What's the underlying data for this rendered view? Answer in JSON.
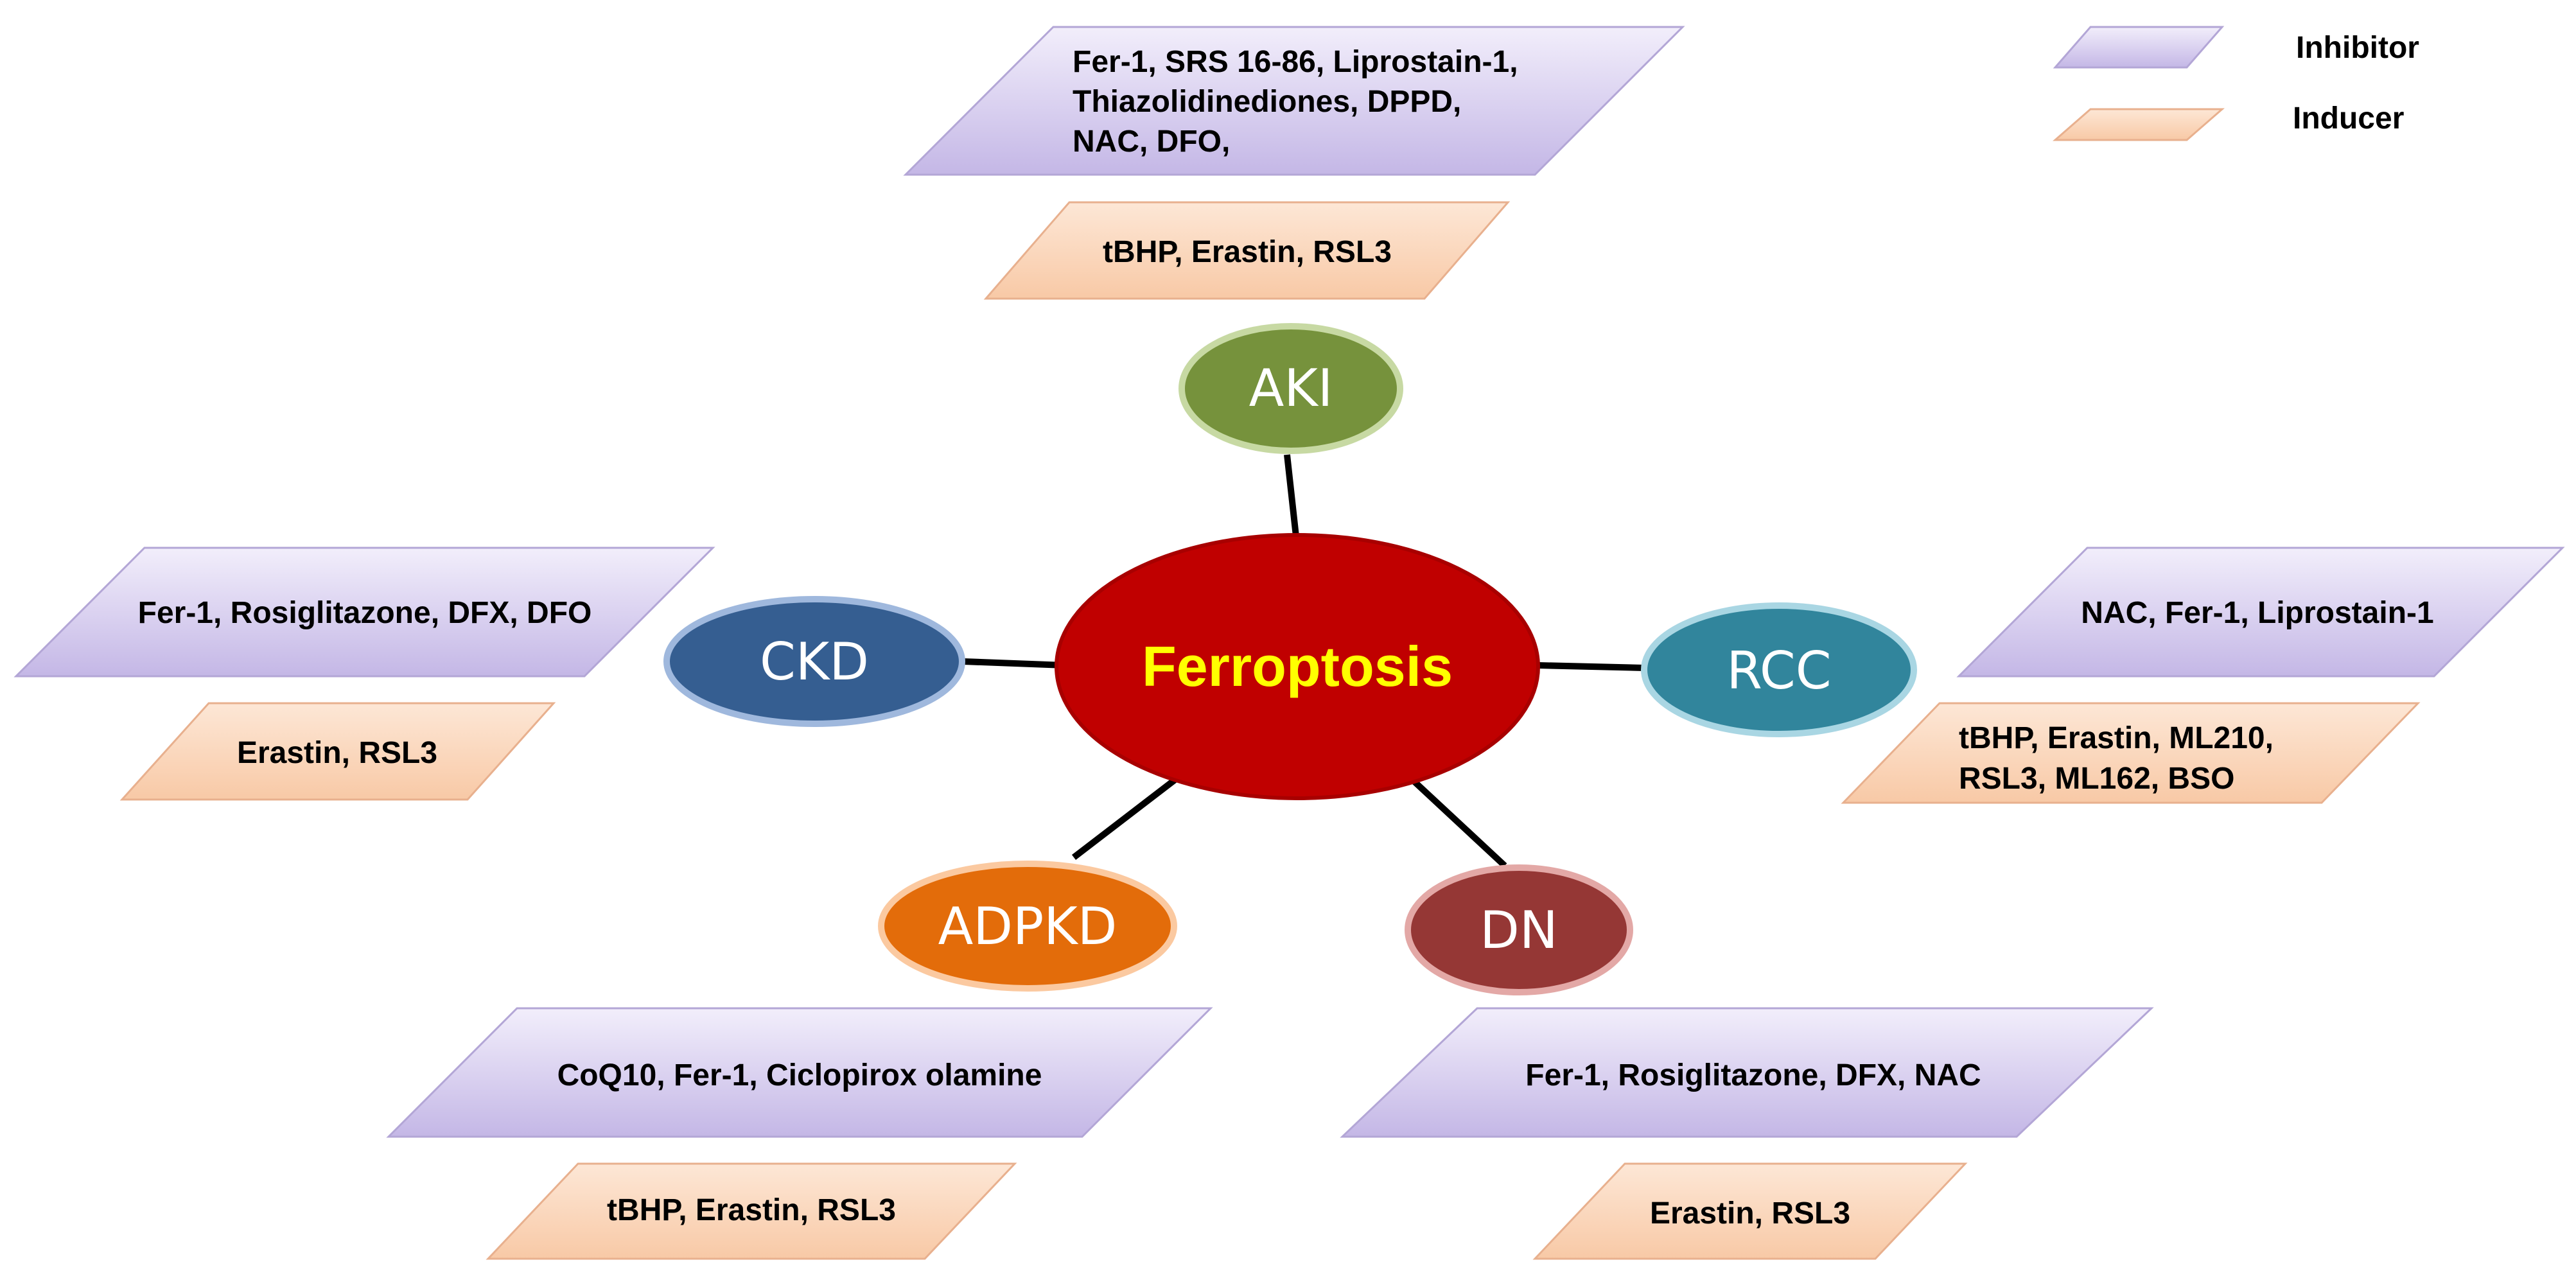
{
  "center": {
    "label": "Ferroptosis"
  },
  "legend": {
    "inhibitor": "Inhibitor",
    "inducer": "Inducer"
  },
  "diseases": {
    "aki": "AKI",
    "ckd": "CKD",
    "rcc": "RCC",
    "adpkd": "ADPKD",
    "dn": "DN"
  },
  "boxes": {
    "aki_inhibitor": [
      "Fer-1, SRS 16-86, Liprostain-1,",
      "Thiazolidinediones, DPPD,",
      "NAC, DFO,"
    ],
    "aki_inducer": [
      "tBHP, Erastin, RSL3"
    ],
    "ckd_inhibitor": [
      "Fer-1, Rosiglitazone, DFX, DFO"
    ],
    "ckd_inducer": [
      "Erastin, RSL3"
    ],
    "rcc_inhibitor": [
      "NAC, Fer-1, Liprostain-1"
    ],
    "rcc_inducer": [
      "tBHP, Erastin, ML210,",
      "RSL3, ML162, BSO"
    ],
    "adpkd_inhibitor": [
      "CoQ10, Fer-1, Ciclopirox olamine"
    ],
    "adpkd_inducer": [
      "tBHP, Erastin, RSL3"
    ],
    "dn_inhibitor": [
      "Fer-1, Rosiglitazone, DFX, NAC"
    ],
    "dn_inducer": [
      "Erastin, RSL3"
    ]
  },
  "colors": {
    "inhibitor_fill_top": "#f2eefb",
    "inhibitor_fill_bottom": "#c4b7e6",
    "inhibitor_stroke": "#b3a6d6",
    "inducer_fill_top": "#fde7d6",
    "inducer_fill_bottom": "#f8c9a6",
    "inducer_stroke": "#e8b08e",
    "center": "#c00000",
    "center_stroke": "#a80000",
    "center_text": "#ffff00",
    "aki": "#76923c",
    "aki_stroke": "#c7d9a3",
    "ckd": "#355e91",
    "ckd_stroke": "#9fb8dd",
    "rcc": "#31859c",
    "rcc_stroke": "#a9d6e3",
    "adpkd": "#e36c0a",
    "adpkd_stroke": "#fbc9a0",
    "dn": "#953735",
    "dn_stroke": "#e3a8a6",
    "connector": "#000000"
  }
}
